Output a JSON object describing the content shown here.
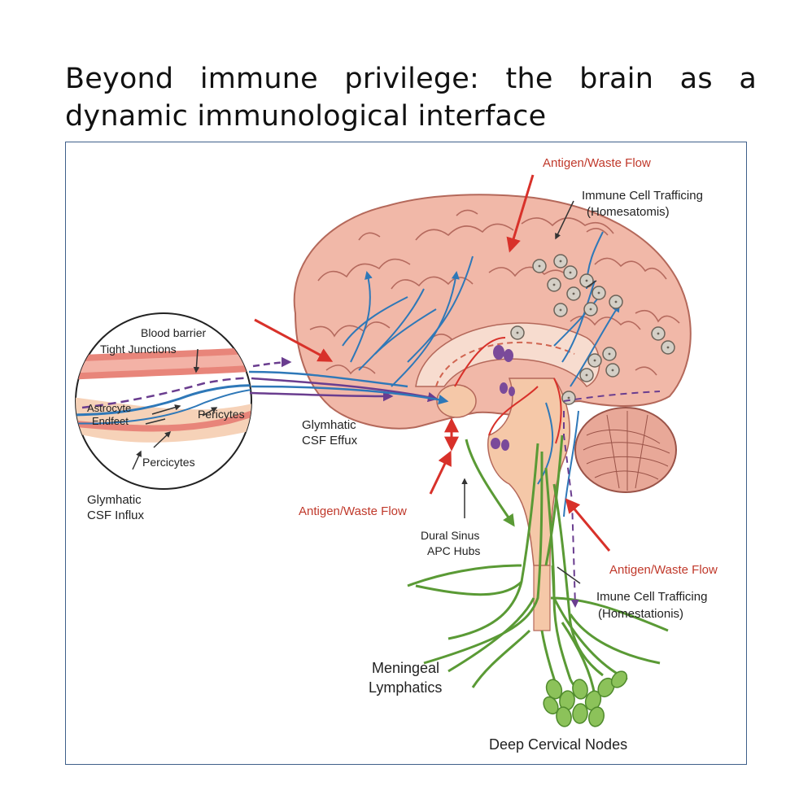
{
  "title": "Beyond immune privilege: the brain as a dynamic immunological interface",
  "colors": {
    "antigen_flow": "#d8312a",
    "csf_flow": "#2e78b8",
    "lymphatics": "#5a9a35",
    "immune_trafficking": "#6a3d8f",
    "brain_tissue": "#f1b8a8",
    "vessel_wall": "#e8857a",
    "frame": "#3f5f8a"
  },
  "labels": {
    "antigen_top": "Antigen/Waste Flow",
    "immune_top_line1": "Immune Cell Trafficing",
    "immune_top_line2": "(Homesatomis)",
    "blood_barrier": "Blood barrier",
    "tight_junctions": "Tight Junctions",
    "astrocyte_line1": "Astrocyte",
    "astrocyte_line2": "Endfeet",
    "pericytes_right": "Pericytes",
    "percicytes_bottom": "Percicytes",
    "glymhatic_influx_line1": "Glymhatic",
    "glymhatic_influx_line2": "CSF Influx",
    "glymhatic_efflux_line1": "Glymhatic",
    "glymhatic_efflux_line2": "CSF Effux",
    "antigen_middle": "Antigen/Waste Flow",
    "dural_sinus_line1": "Dural Sinus",
    "dural_sinus_line2": "APC Hubs",
    "antigen_right": "Antigen/Waste Flow",
    "immune_bottom_line1": "Imune Cell Trafficing",
    "immune_bottom_line2": "(Homestationis)",
    "meningeal_line1": "Meningeal",
    "meningeal_line2": "Lymphatics",
    "deep_cervical": "Deep Cervical Nodes"
  }
}
